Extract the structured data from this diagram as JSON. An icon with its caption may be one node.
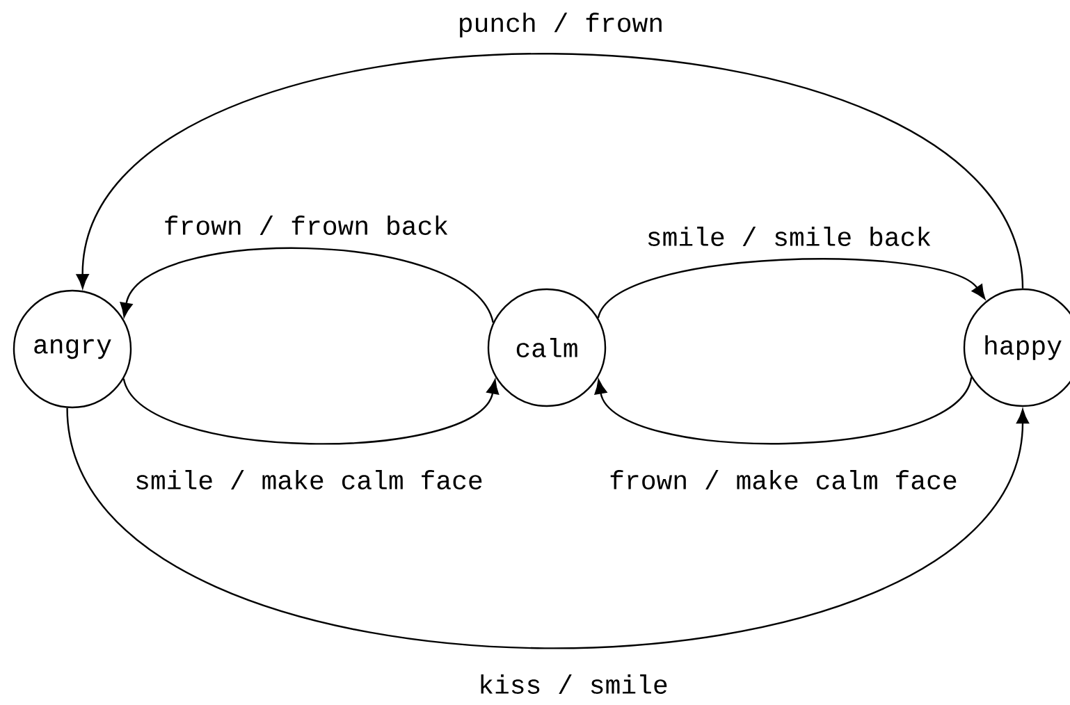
{
  "diagram": {
    "nodes": [
      {
        "text": [
          "angry"
        ]
      },
      {
        "text": [
          "calm"
        ]
      },
      {
        "text": [
          "happy"
        ]
      }
    ],
    "edges": [
      {
        "from": 2,
        "to": 0,
        "arrow": "to",
        "label": "punch / frown"
      },
      {
        "from": 1,
        "to": 0,
        "arrow": "to",
        "label": "frown / frown back"
      },
      {
        "from": 0,
        "to": 1,
        "arrow": "to",
        "label": "smile / make calm face"
      },
      {
        "from": 1,
        "to": 2,
        "arrow": "to",
        "label": "smile / smile back"
      },
      {
        "from": 2,
        "to": 1,
        "arrow": "to",
        "label": "frown / make calm face"
      },
      {
        "from": 0,
        "to": 2,
        "arrow": "to",
        "label": "kiss / smile"
      }
    ]
  }
}
